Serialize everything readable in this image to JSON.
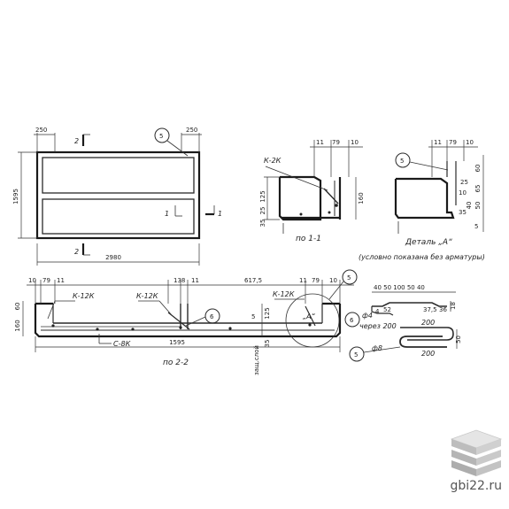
{
  "plan": {
    "dim_top_left": "250",
    "dim_top_right": "250",
    "dim_height": "1595",
    "dim_width": "2980",
    "section_mark": "2",
    "section_mark_1": "1",
    "callout": "5"
  },
  "section_1_1": {
    "dim_top_a": "11",
    "dim_top_b": "79",
    "dim_top_c": "10",
    "dim_left_a": "125",
    "dim_left_b": "25",
    "dim_left_c": "35",
    "dim_right": "160",
    "label_frame": "К-2К",
    "caption": "по 1-1"
  },
  "detail_a": {
    "dim_top_a": "11",
    "dim_top_b": "79",
    "dim_top_c": "10",
    "dim_r1": "60",
    "dim_r2": "25",
    "dim_r3": "65",
    "dim_r4": "10",
    "dim_r5": "40",
    "dim_r6": "50",
    "dim_r7": "35",
    "dim_r8": "5",
    "callout": "5",
    "title": "Деталь „А“",
    "note": "(условно показана без арматуры)"
  },
  "section_2_2": {
    "dim_a": "10",
    "dim_b": "79",
    "dim_c": "11",
    "dim_d": "138",
    "dim_e": "11",
    "dim_f": "617,5",
    "dim_g": "11",
    "dim_h": "79",
    "dim_i": "10",
    "dim_left_a": "160",
    "dim_left_b": "60",
    "dim_mid_a": "125",
    "dim_mid_b": "35",
    "dim_mid_c": "5",
    "dim_length": "1595",
    "label_k12k_a": "К-12К",
    "label_k12k_b": "К-12К",
    "label_k12k_c": "К-12К",
    "label_mesh": "С-8К",
    "label_a": "„А“",
    "label_cover": "защ.слой",
    "callout_6": "6",
    "callout_5": "5",
    "caption": "по 2-2"
  },
  "bar_6": {
    "callout": "6",
    "dim_top": "40 50 100 50 40",
    "dim_a": "52",
    "dim_b": "36",
    "dim_c": "18",
    "dim_d": "37,5",
    "dim_e": "4",
    "diameter": "ф4",
    "spacing_label": "через 200",
    "spacing_value": "200"
  },
  "bar_5": {
    "callout": "5",
    "diameter": "ф8",
    "length": "200",
    "dim_side": "50"
  },
  "watermark": {
    "text": "gbi22.ru"
  }
}
